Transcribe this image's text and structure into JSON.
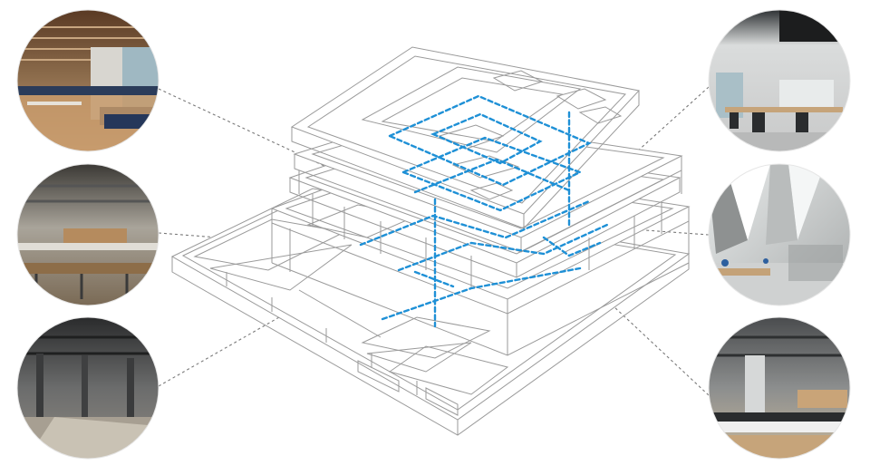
{
  "colors": {
    "background": "#ffffff",
    "line": "#9a9a9a",
    "leader": "#7a7a7a",
    "circulation": "#1e90d6"
  },
  "photos": [
    {
      "name": "photo-wood-ceiling-open-office",
      "side": "left",
      "row": 1,
      "scene": "wood-ceiling-office"
    },
    {
      "name": "photo-light-timber-workspace",
      "side": "left",
      "row": 2,
      "scene": "timber-workspace"
    },
    {
      "name": "photo-industrial-column-hall",
      "side": "left",
      "row": 3,
      "scene": "dark-hall"
    },
    {
      "name": "photo-white-desk-office",
      "side": "right",
      "row": 1,
      "scene": "white-office"
    },
    {
      "name": "photo-angled-skylight-atrium",
      "side": "right",
      "row": 2,
      "scene": "skylight-atrium"
    },
    {
      "name": "photo-exposed-ceiling-workstations",
      "side": "right",
      "row": 3,
      "scene": "exposed-ceiling-office"
    }
  ]
}
